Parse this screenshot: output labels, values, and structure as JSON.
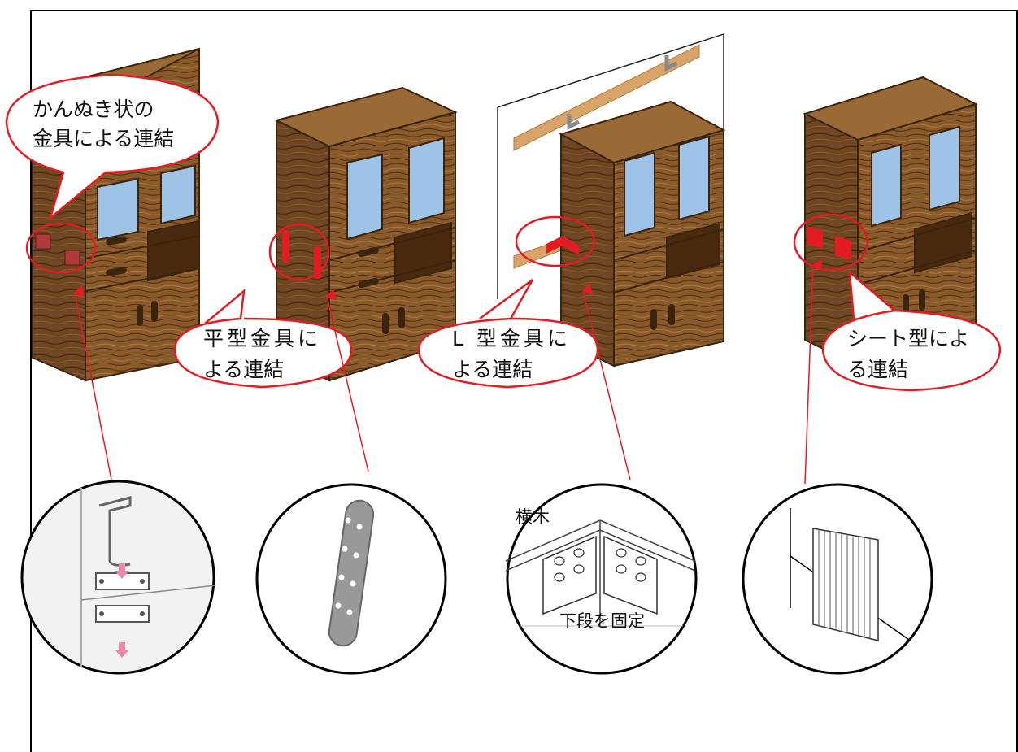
{
  "callouts": {
    "kannuki": [
      "かんぬき状の",
      "金具による連結"
    ],
    "flat": [
      "平型金具に",
      "よる連結"
    ],
    "l_type": [
      "L 型金具に",
      "よる連結"
    ],
    "sheet": [
      "シート型によ",
      "る連結"
    ]
  },
  "detail_labels": {
    "yokogi": "横木",
    "kadan_kotei": "下段を固定"
  },
  "icons": [
    "latch-bracket-icon",
    "flat-plate-icon",
    "l-bracket-icon",
    "adhesive-sheet-icon"
  ],
  "colors": {
    "wood": "#8a5a2b",
    "wood_dark": "#5c3a18",
    "wood_side": "#6e4722",
    "glass": "#9fc3e6",
    "highlight": "#e31b23",
    "callout_border": "#e31b23",
    "wall_bar": "#d8a46a"
  }
}
